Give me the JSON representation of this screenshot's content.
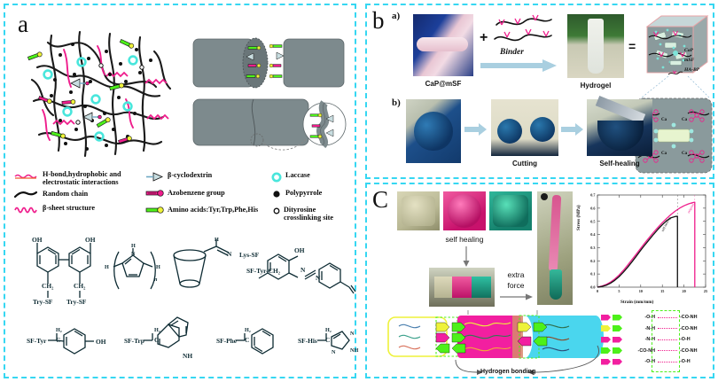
{
  "figure": {
    "panels": [
      {
        "id": "a",
        "letter": "a"
      },
      {
        "id": "b",
        "letter": "b"
      },
      {
        "id": "c",
        "letter": "C"
      }
    ]
  },
  "panel_a": {
    "letter": "a",
    "legend": [
      {
        "symbol": "hbond-squiggle",
        "label": "H-bond,hydrophobic and electrostatic interactions"
      },
      {
        "symbol": "random-chain-curve",
        "label": "Random chain"
      },
      {
        "symbol": "beta-sheet-zigzag",
        "label": "β-sheet structure"
      },
      {
        "symbol": "cyclodextrin-cone",
        "label": "β-cyclodextrin"
      },
      {
        "symbol": "azobenzene-rod",
        "label": "Azobenzene group"
      },
      {
        "symbol": "amino-acid-rod",
        "label": "Amino acids:Tyr,Trp,Phe,His"
      },
      {
        "symbol": "laccase-ring",
        "label": "Laccase"
      },
      {
        "symbol": "polypyrrole-dot",
        "label": "Polypyrrole"
      },
      {
        "symbol": "dityrosine-circle",
        "label": "Dityrosine crosslinking site"
      }
    ],
    "structures": {
      "dityrosine": {
        "oh_left": "OH",
        "oh_right": "OH",
        "ch2_left": "CH₂",
        "ch2_right": "CH₂",
        "base_left": "Try-SF",
        "base_right": "Try-SF"
      },
      "polypyrrole": {
        "h_left": "H",
        "h_right": "H",
        "nh": "H",
        "n": "N",
        "sub": "n"
      },
      "cyclodextrin": {
        "h": "H",
        "n": "N",
        "tail": "Lys-SF"
      },
      "azobenzene": {
        "left": "SF-Tyr-CH₂",
        "oh": "OH",
        "n1": "N",
        "n2": "N"
      },
      "tyr": {
        "left": "SF-Tyr",
        "c": "C",
        "h2": "H₂",
        "oh": "OH"
      },
      "trp": {
        "left": "SF-Trp",
        "c": "C",
        "h2": "H₂",
        "nh": "NH"
      },
      "phe": {
        "left": "SF-Phe",
        "c": "C",
        "h2": "H₂"
      },
      "his": {
        "left": "SF-His",
        "c": "C",
        "h2": "H₂",
        "n1": "N",
        "n2": "N",
        "nh": "NH"
      }
    }
  },
  "panel_b": {
    "letter": "b",
    "sub_a": "a)",
    "sub_b": "b)",
    "row_a": {
      "photo1_caption": "CaP@mSF",
      "plus": "+",
      "arrow_label": "Binder",
      "photo2_caption": "Hydrogel",
      "equals": "=",
      "schematic_legend": [
        {
          "symbol": "cap-dot",
          "label": "CaP"
        },
        {
          "symbol": "msf-rod",
          "label": "mSF"
        },
        {
          "symbol": "habp-chain",
          "label": "HA-BP"
        }
      ]
    },
    "row_b": {
      "step1_caption": "",
      "step2_caption": "Cutting",
      "step3_caption": "Self-healing"
    }
  },
  "panel_c": {
    "letter": "C",
    "process": {
      "self_healing": "self  healing",
      "extra_force": "extra\nforce",
      "extra_force_line1": "extra",
      "extra_force_line2": "force"
    },
    "hydrogen_bonding": {
      "title": "Hydrogen bonding",
      "pairs": [
        {
          "left": "-O-H",
          "right": "-CO-NH"
        },
        {
          "left": "-N-H",
          "right": "-CO-NH"
        },
        {
          "left": "-N-H",
          "right": "-O-H"
        },
        {
          "left": "-CO-NH",
          "right": "-CO-NH"
        },
        {
          "left": "-O-H",
          "right": "-O-H"
        }
      ]
    },
    "chart_data": {
      "type": "line",
      "title": "",
      "xlabel": "Strain (mm/mm)",
      "ylabel": "Stress (MPa)",
      "xlim": [
        0,
        25
      ],
      "ylim": [
        0.0,
        0.7
      ],
      "xticks": [
        0,
        5,
        10,
        15,
        20,
        25
      ],
      "xtick_labels": [
        "0",
        "5",
        "10",
        "15",
        "20",
        "25"
      ],
      "yticks": [
        0.0,
        0.1,
        0.2,
        0.3,
        0.4,
        0.5,
        0.6,
        0.7
      ],
      "ytick_labels": [
        "0.0",
        "0.1",
        "0.2",
        "0.3",
        "0.4",
        "0.5",
        "0.6",
        "0.7"
      ],
      "grid": false,
      "legend_position": "inline-annotation",
      "annotations": [
        {
          "text": "original",
          "color": "#ef1d8c",
          "x": 21.2,
          "y": 0.56
        },
        {
          "text": "self-healing",
          "color": "#111111",
          "x": 15.2,
          "y": 0.42
        }
      ],
      "series": [
        {
          "name": "original",
          "color": "#ef1d8c",
          "x": [
            0,
            1,
            2,
            3,
            4,
            5,
            6,
            7,
            8,
            9,
            10,
            11,
            12,
            13,
            14,
            15,
            16,
            17,
            18,
            19,
            20,
            21,
            22,
            22.5,
            22.5
          ],
          "y": [
            0.0,
            0.008,
            0.02,
            0.038,
            0.062,
            0.092,
            0.128,
            0.168,
            0.21,
            0.252,
            0.295,
            0.338,
            0.378,
            0.418,
            0.455,
            0.49,
            0.522,
            0.552,
            0.578,
            0.6,
            0.618,
            0.632,
            0.642,
            0.645,
            0.0
          ]
        },
        {
          "name": "self-healing",
          "color": "#111111",
          "x": [
            0,
            1,
            2,
            3,
            4,
            5,
            6,
            7,
            8,
            9,
            10,
            11,
            12,
            13,
            14,
            15,
            16,
            17,
            18,
            18.5,
            18.5
          ],
          "y": [
            0.0,
            0.005,
            0.014,
            0.03,
            0.052,
            0.08,
            0.114,
            0.152,
            0.193,
            0.236,
            0.28,
            0.322,
            0.362,
            0.402,
            0.44,
            0.474,
            0.505,
            0.527,
            0.537,
            0.538,
            0.0
          ]
        }
      ]
    }
  },
  "colors": {
    "panel_border": "#36d7f2",
    "magenta": "#ef1d8c",
    "green": "#4df01a",
    "cyan": "#86f0e8",
    "yellow": "#eef23a",
    "gray_block": "#7d8a8d",
    "chain_black": "#1a1a1a"
  }
}
